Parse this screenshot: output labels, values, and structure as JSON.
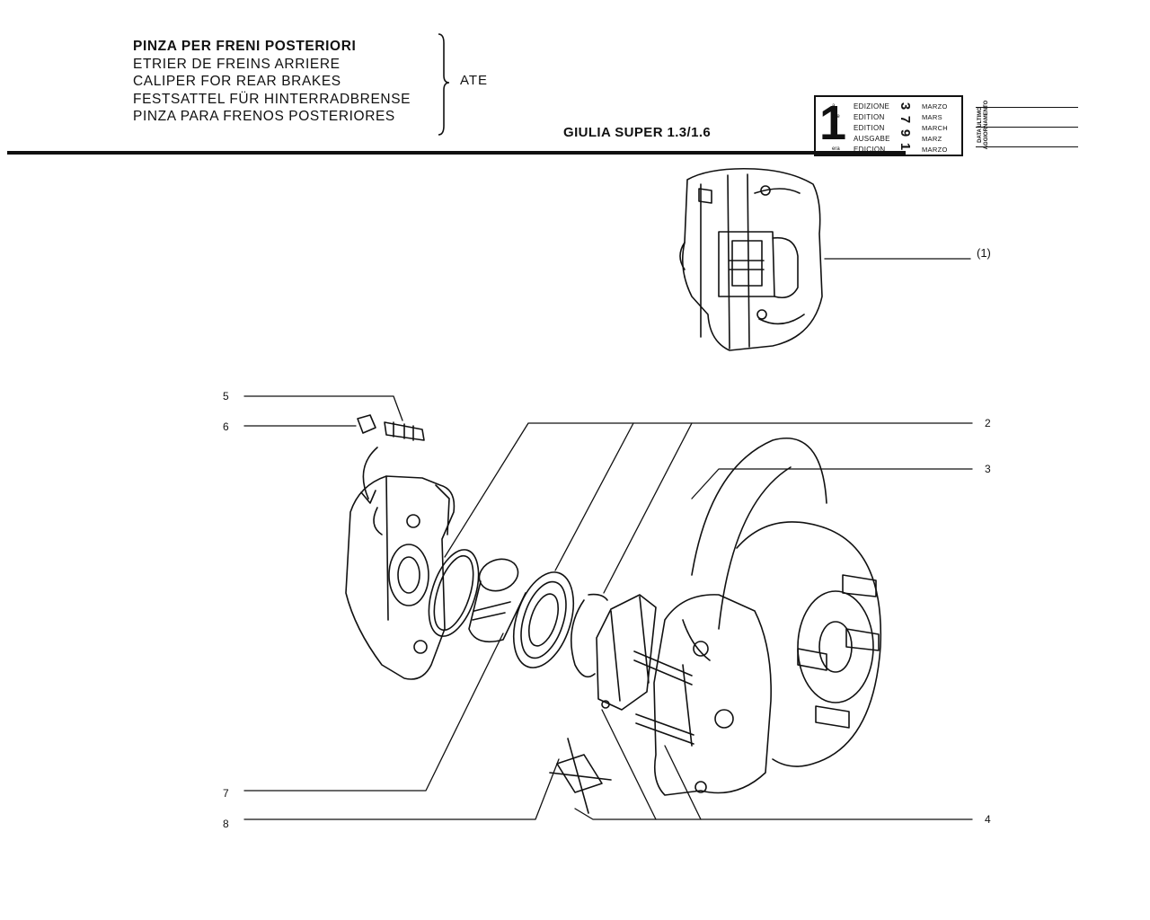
{
  "header": {
    "title_lines": [
      "PINZA PER FRENI POSTERIORI",
      "ETRIER DE FREINS ARRIERE",
      "CALIPER FOR REAR BRAKES",
      "FESTSATTEL FÜR HINTERRADBRENSE",
      "PINZA PARA FRENOS POSTERIORES"
    ],
    "manufacturer": "ATE",
    "model": "GIULIA SUPER 1.3/1.6"
  },
  "edition_box": {
    "number": "1",
    "suffixes": [
      "a",
      "ere",
      "st",
      ".",
      "era"
    ],
    "words": [
      "EDIZIONE",
      "EDITION",
      "EDITION",
      "AUSGABE",
      "EDICION"
    ],
    "year_digits": [
      "3",
      "7",
      "9",
      "1"
    ],
    "months": [
      "MARZO",
      "MARS",
      "MARCH",
      "MARZ",
      "MARZO"
    ],
    "update_label": [
      "DATA ULTIMO",
      "AGGIORNAMENTO"
    ]
  },
  "callouts": {
    "c1": "(1)",
    "c2": "2",
    "c3": "3",
    "c4": "4",
    "c5": "5",
    "c6": "6",
    "c7": "7",
    "c8": "8"
  }
}
